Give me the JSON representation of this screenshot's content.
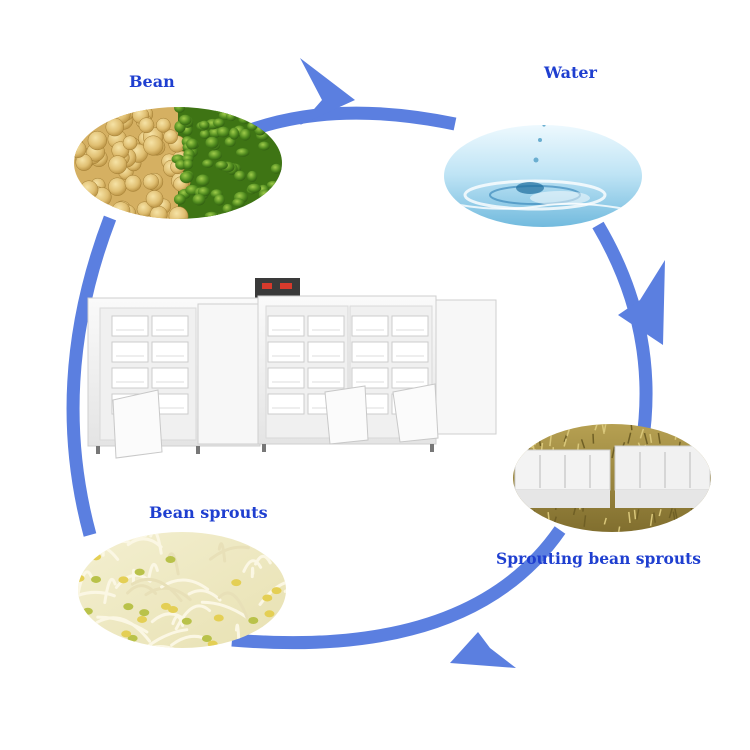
{
  "cycle": {
    "steps": [
      {
        "id": "bean",
        "label": "Bean"
      },
      {
        "id": "water",
        "label": "Water"
      },
      {
        "id": "sprouting",
        "label": "Sprouting bean sprouts"
      },
      {
        "id": "sprouts",
        "label": "Bean sprouts"
      }
    ],
    "arrow_color": "#5b7fe0"
  }
}
